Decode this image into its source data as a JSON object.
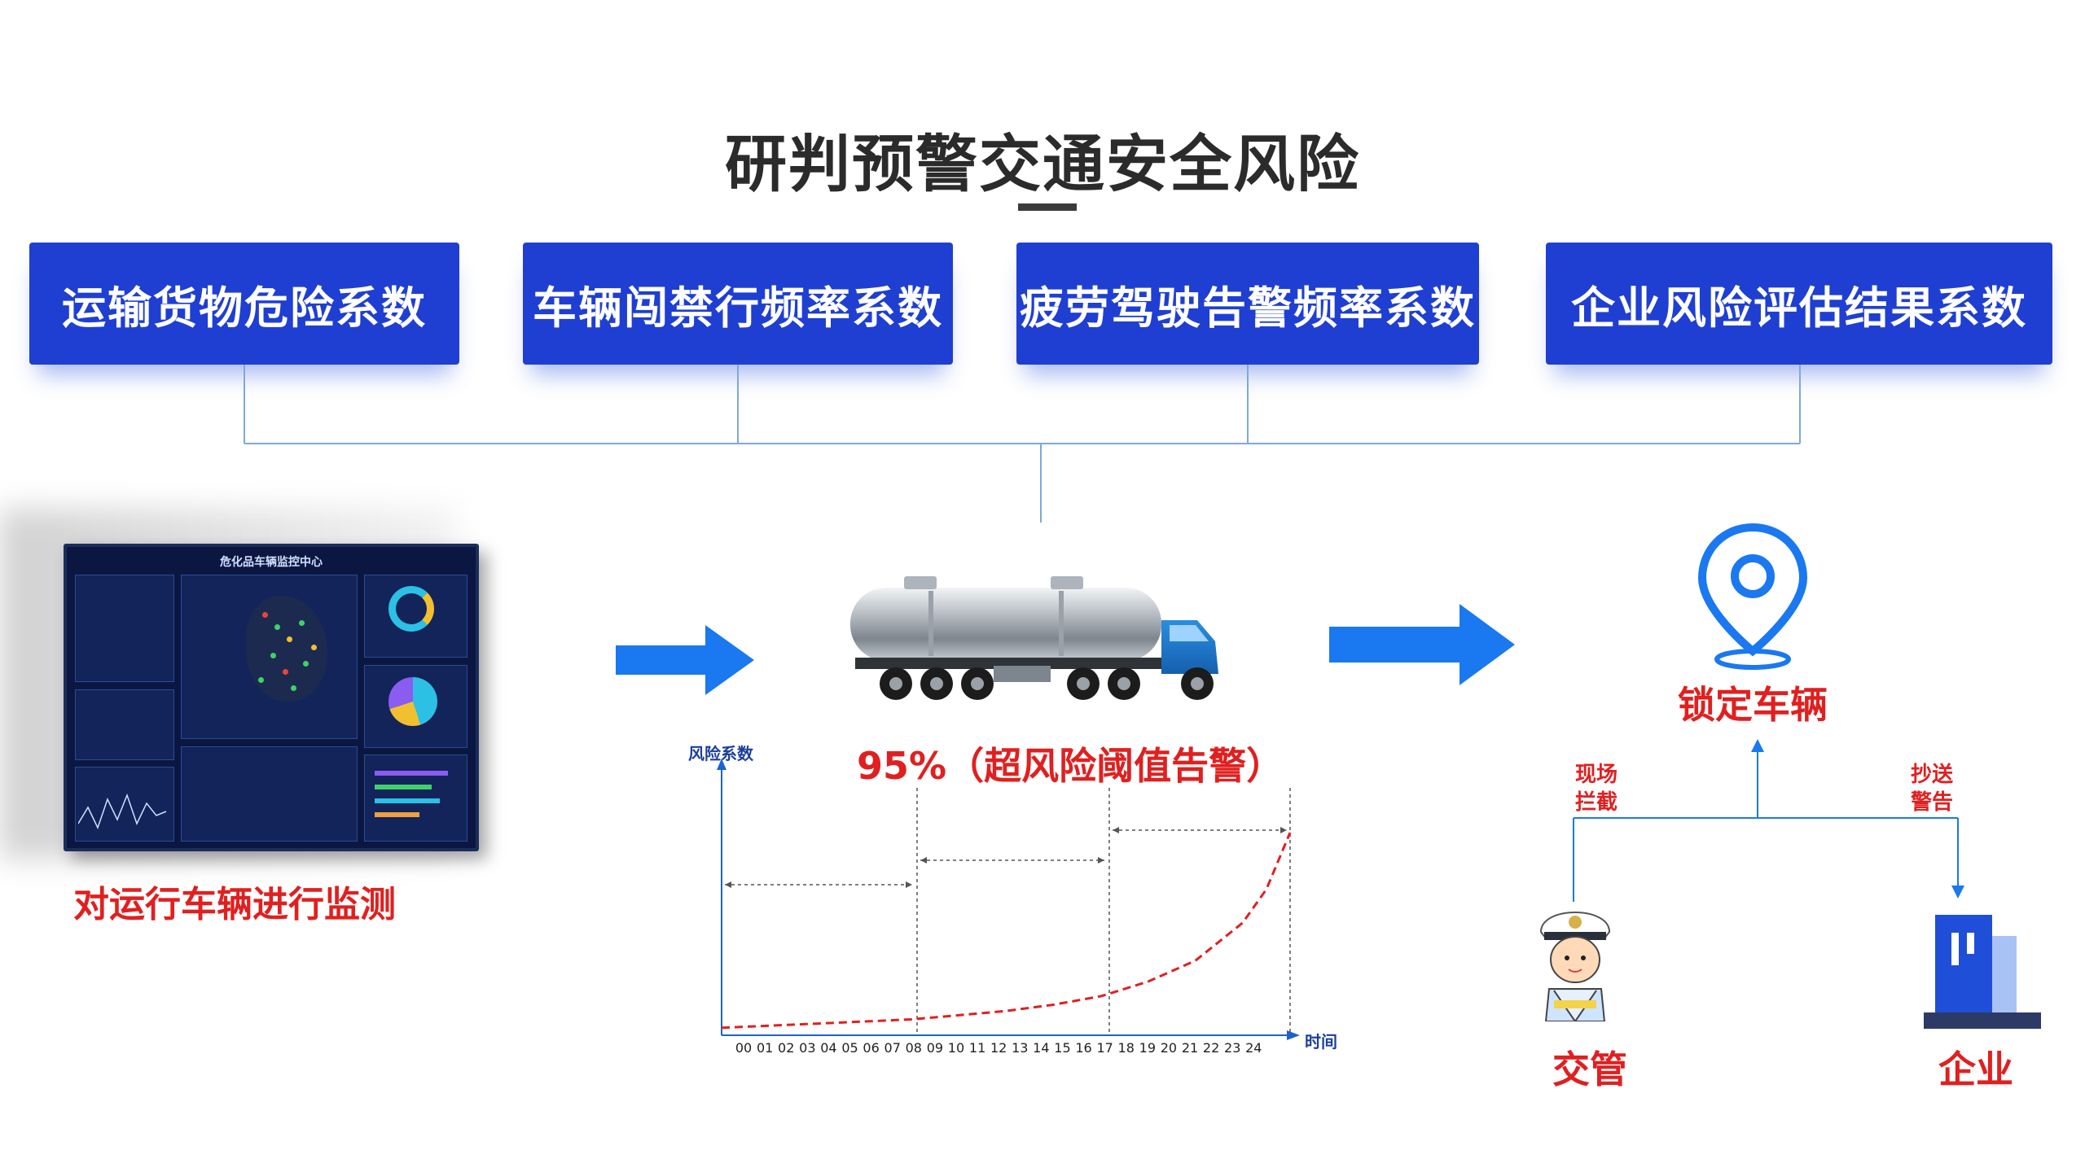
{
  "title": "研判预警交通安全风险",
  "factors": [
    "运输货物危险系数",
    "车辆闯禁行频率系数",
    "疲劳驾驶告警频率系数",
    "企业风险评估结果系数"
  ],
  "monitor": {
    "screen_title": "危化品车辆监控中心",
    "caption": "对运行车辆进行监测"
  },
  "alert_text": "95%（超风险阈值告警）",
  "chart": {
    "y_label": "风险系数",
    "x_label": "时间",
    "ticks": [
      "00",
      "01",
      "02",
      "03",
      "04",
      "05",
      "06",
      "07",
      "08",
      "09",
      "10",
      "11",
      "12",
      "13",
      "14",
      "15",
      "16",
      "17",
      "18",
      "19",
      "20",
      "21",
      "22",
      "23",
      "24"
    ]
  },
  "right": {
    "lock_label": "锁定车辆",
    "branch_left": [
      "现场",
      "拦截"
    ],
    "branch_right": [
      "抄送",
      "警告"
    ],
    "traffic_label": "交管",
    "enterprise_label": "企业"
  },
  "colors": {
    "primary_blue": "#1f3fd2",
    "arrow_blue": "#1a78f0",
    "alert_red": "#e02020",
    "connector": "#7fa8d8"
  },
  "chart_data": {
    "type": "line",
    "title": "",
    "xlabel": "时间",
    "ylabel": "风险系数",
    "x": [
      0,
      4,
      8,
      10,
      12,
      14,
      16,
      18,
      20,
      22,
      23,
      24
    ],
    "series": [
      {
        "values": [
          2,
          4,
          6,
          8,
          10,
          13,
          17,
          24,
          34,
          52,
          68,
          95
        ]
      }
    ],
    "ylim": [
      0,
      100
    ],
    "xlim": [
      0,
      24
    ],
    "grid": false
  }
}
